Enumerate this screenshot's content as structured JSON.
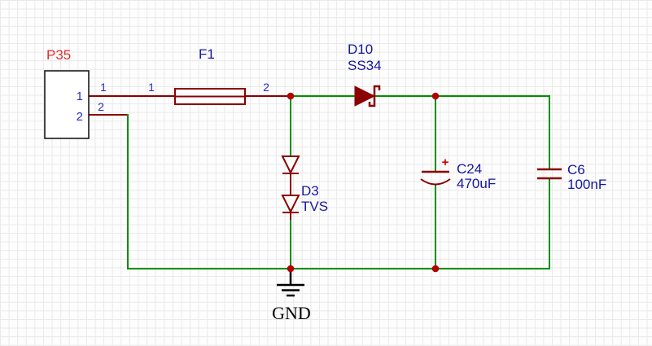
{
  "colors": {
    "background": "#fdfdfd",
    "grid": "#e9e9e9",
    "wire": "#008f00",
    "component": "#8b0000",
    "junction": "#b30000",
    "designator_blue": "#16169e",
    "designator_red": "#e03030",
    "pin_number": "#2a2ad0",
    "cap_plus": "#cc0000",
    "ground": "#000000",
    "connector_outline": "#1a1a1a"
  },
  "components": {
    "connector": {
      "designator": "P35",
      "pin_names": [
        "1",
        "2"
      ],
      "pin_numbers": [
        "1",
        "2"
      ]
    },
    "fuse": {
      "designator": "F1",
      "pin_numbers": [
        "1",
        "2"
      ]
    },
    "diode": {
      "designator": "D10",
      "comment": "SS34"
    },
    "tvs": {
      "designator": "D3",
      "comment": "TVS"
    },
    "cap_polarized": {
      "designator": "C24",
      "value": "470uF",
      "polarity_mark": "+"
    },
    "cap_ceramic": {
      "designator": "C6",
      "value": "100nF"
    },
    "ground": {
      "label": "GND"
    }
  }
}
